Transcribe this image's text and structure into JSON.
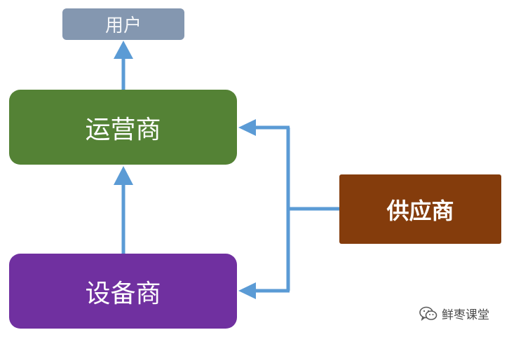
{
  "nodes": {
    "users": "用户",
    "operator": "运营商",
    "device_maker": "设备商",
    "supplier": "供应商"
  },
  "watermark": {
    "text": "鲜枣课堂",
    "icon": "wechat-icon"
  },
  "colors": {
    "users": "#8497b0",
    "operator": "#548235",
    "device_maker": "#7030a0",
    "supplier": "#843c0c",
    "arrow": "#5b9bd5"
  }
}
